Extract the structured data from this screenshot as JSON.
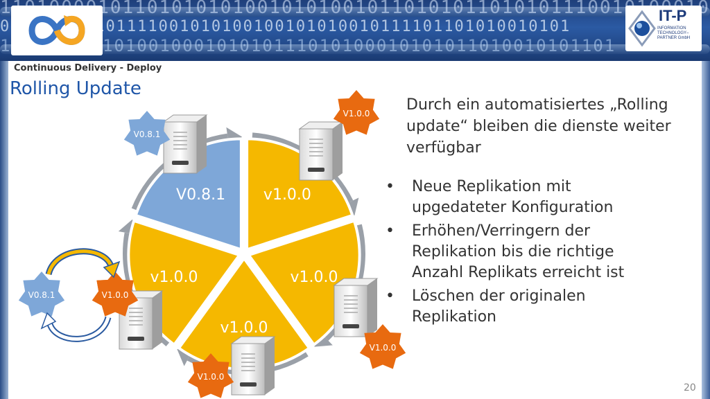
{
  "header": {
    "binary_lines": [
      "1101000010110101010100101010010110101011010101110010100010",
      "0101100 0101111001010100100101010010111101101010010101",
      "1101010 0101001000101010111010100010101011010010101101"
    ]
  },
  "slide": {
    "breadcrumb": "Continuous Delivery - Deploy",
    "title": "Rolling Update",
    "intro": [
      "Durch ein automatisiertes „Rolling",
      "update“ bleiben die dienste weiter",
      "verfügbar"
    ],
    "bullet_char": "•",
    "bullets": [
      [
        "Neue Replikation mit",
        "upgedateter Konfiguration"
      ],
      [
        "Erhöhen/Verringern der",
        "Replikation bis die richtige",
        "Anzahl Replikats erreicht ist"
      ],
      [
        "Löschen der originalen",
        "Replikation"
      ]
    ],
    "page_number": "20"
  },
  "logo": {
    "name": "IT-P",
    "lines": [
      "INFORMATION",
      "TECHNOLOGY–",
      "PARTNER GmbH"
    ]
  },
  "diagram": {
    "segments": [
      {
        "label": "V0.8.1",
        "color": "#7ea7d8"
      },
      {
        "label": "v1.0.0",
        "color": "#f5b800"
      },
      {
        "label": "v1.0.0",
        "color": "#f5b800"
      },
      {
        "label": "v1.0.0",
        "color": "#f5b800"
      },
      {
        "label": "v1.0.0",
        "color": "#f5b800"
      }
    ],
    "server_badges": [
      {
        "label": "V0.8.1",
        "color": "#7ea7d8"
      },
      {
        "label": "V1.0.0",
        "color": "#e86a10"
      },
      {
        "label": "V1.0.0",
        "color": "#e86a10"
      },
      {
        "label": "V1.0.0",
        "color": "#e86a10"
      },
      {
        "label": "V1.0.0",
        "color": "#e86a10"
      }
    ],
    "swap": {
      "old": {
        "label": "V0.8.1",
        "color": "#7ea7d8"
      },
      "new": {
        "label": "V1.0.0",
        "color": "#e86a10"
      }
    }
  },
  "colors": {
    "title": "#1f56a8",
    "arrow_ring": "#9aa0a8",
    "blue": "#7ea7d8",
    "yellow": "#f5b800",
    "orange": "#e86a10"
  }
}
